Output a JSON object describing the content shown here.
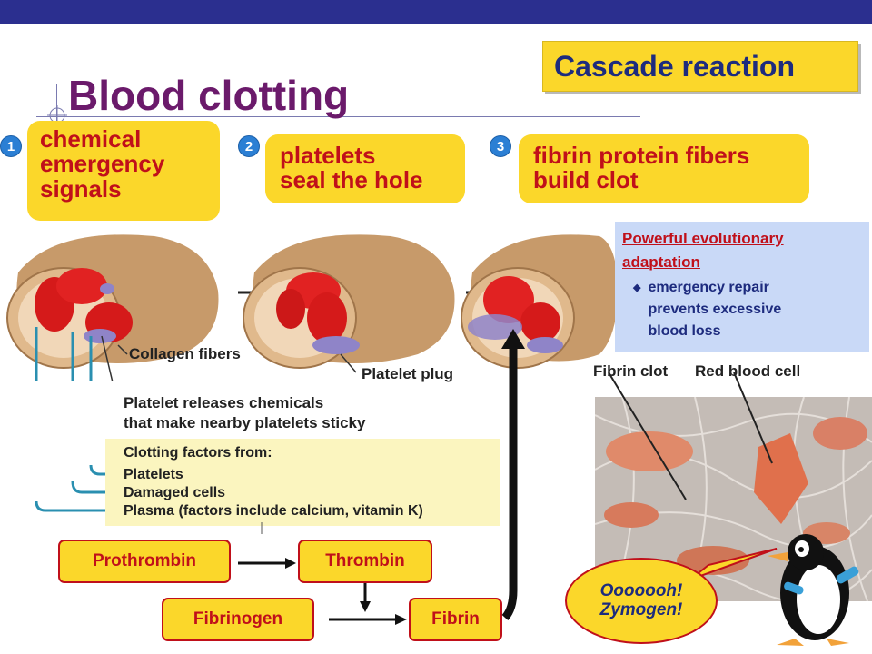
{
  "slide": {
    "title": "Blood clotting",
    "cascade_label": "Cascade reaction"
  },
  "steps": [
    {
      "number": "1",
      "text_lines": [
        "chemical",
        "emergency",
        "signals"
      ]
    },
    {
      "number": "2",
      "text_lines": [
        "platelets",
        "seal the hole"
      ]
    },
    {
      "number": "3",
      "text_lines": [
        "fibrin protein fibers",
        "build clot"
      ]
    }
  ],
  "evolution_box": {
    "title_lines": [
      "Powerful evolutionary",
      "adaptation"
    ],
    "bullet_lines": [
      "emergency repair",
      "prevents excessive",
      "blood loss"
    ]
  },
  "diagram_labels": {
    "collagen": "Collagen fibers",
    "platelet_plug": "Platelet plug",
    "platelet_releases_1": "Platelet releases chemicals",
    "platelet_releases_2": "that make nearby platelets sticky",
    "fibrin_clot": "Fibrin clot",
    "red_blood_cell": "Red blood cell"
  },
  "clotting_factors": {
    "heading": "Clotting factors from:",
    "items": [
      "Platelets",
      "Damaged cells",
      "Plasma (factors include calcium, vitamin K)"
    ]
  },
  "cascade": {
    "prothrombin": "Prothrombin",
    "thrombin": "Thrombin",
    "fibrinogen": "Fibrinogen",
    "fibrin": "Fibrin"
  },
  "speech_bubble": [
    "Ooooooh!",
    "Zymogen!"
  ],
  "colors": {
    "title": "#6b1a6b",
    "callout_fill": "#fbd72a",
    "callout_text": "#c0101a",
    "navy": "#1d2b7e",
    "arrow_teal": "#2a8fb0"
  }
}
